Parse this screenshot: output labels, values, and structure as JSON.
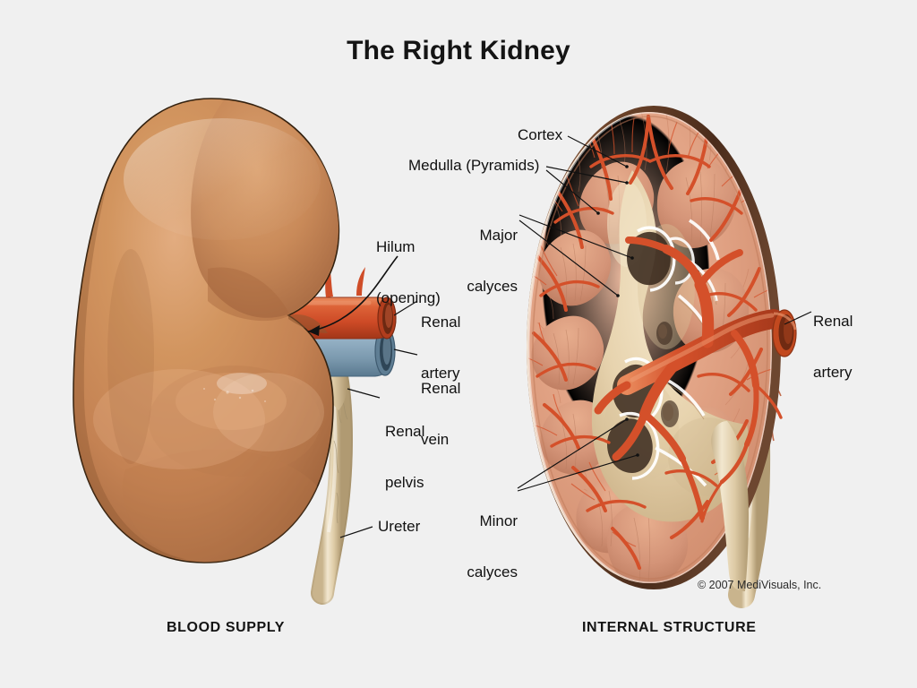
{
  "title": "The Right Kidney",
  "copyright": "© 2007 MediVisuals, Inc.",
  "captions": {
    "left": "BLOOD SUPPLY",
    "right": "INTERNAL STRUCTURE"
  },
  "labels": {
    "hilum_line1": "Hilum",
    "hilum_line2": "(opening)",
    "renal_artery_left_line1": "Renal",
    "renal_artery_left_line2": "artery",
    "renal_vein_line1": "Renal",
    "renal_vein_line2": "vein",
    "renal_pelvis_line1": "Renal",
    "renal_pelvis_line2": "pelvis",
    "ureter": "Ureter",
    "cortex": "Cortex",
    "medulla": "Medulla (Pyramids)",
    "major_calyces_line1": "Major",
    "major_calyces_line2": "calyces",
    "minor_calyces_line1": "Minor",
    "minor_calyces_line2": "calyces",
    "renal_artery_right_line1": "Renal",
    "renal_artery_right_line2": "artery"
  },
  "colors": {
    "background": "#f0f0f0",
    "kidney_surface": "#c8865a",
    "kidney_surface_light": "#dba277",
    "kidney_surface_dark": "#a5663f",
    "kidney_outline": "#3a2519",
    "artery": "#d4502a",
    "artery_light": "#e0713f",
    "artery_dark": "#a8371b",
    "vein": "#8ca8bc",
    "vein_light": "#a8c0d0",
    "vein_dark": "#5f7e94",
    "ureter": "#ddcba8",
    "ureter_light": "#f0e4cc",
    "ureter_dark": "#b8a077",
    "cortex": "#e0a183",
    "medulla": "#d3927a",
    "pelvis_fat": "#e9d7b8",
    "capsule": "#6b4530",
    "text": "#111111"
  }
}
